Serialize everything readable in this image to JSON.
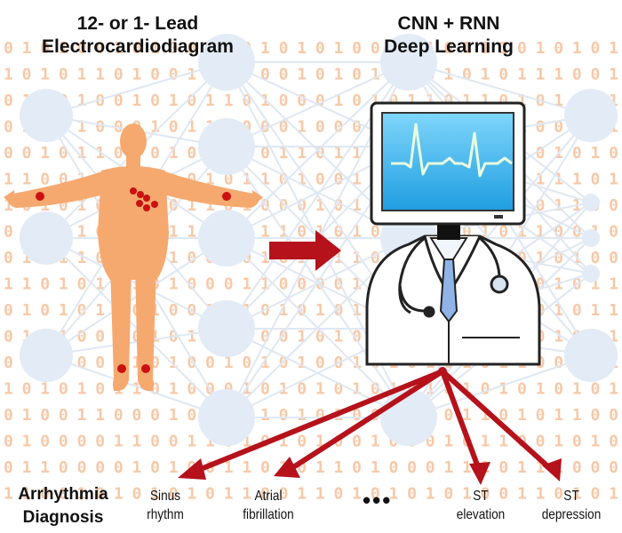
{
  "left_title": {
    "line1": "12- or 1- Lead",
    "line2": "Electrocardiodiagram"
  },
  "right_title": {
    "line1": "CNN + RNN",
    "line2": "Deep Learning"
  },
  "background_binary": [
    "0 1 0 1 0 0 1 0 1 0 0 0 1 0 1 0 1 0 1 0 0 1 0 1 0 1 1 1 0 1 0 1 0 1",
    "1 0 1 0 1 1 0 1 0 0 1 0 1 0 0 0 1 0 1 0 1 0 0 0 1 0 1 0 1 1 1 0 0 1",
    "0 1 1 0 1 0 0 1 0 1 0 1 1 0 1 0 0 0 1 0 1 0 1 1 0 1 1 0 1 0 1 0 1 1",
    "0 1 0 1 1 0 0 0 1 0 1 1 0 0 0 0 1 0 0 0 1 0 1 0 1 0 1 1 1 0 0 1 0 1",
    "0 0 1 0 1 1 0 0 0 1 0 1 0 1 0 1 1 0 1 1 0 1 0 1 1 0 1 0 1 0 1 0 1 0",
    "1 1 0 0 1 1 0 1 0 1 0 1 0 1 1 0 1 0 0 1 0 0 1 0 1 0 1 0 0 1 1 1 0 1",
    "1 0 1 0 1 0 1 1 0 0 1 1 0 1 0 0 0 1 0 1 0 0 1 1 0 0 1 0 1 0 1 1 0 0",
    "0 1 0 0 1 0 1 0 0 1 1 0 1 0 1 1 0 1 0 1 0 1 0 1 1 0 1 0 1 1 0 0 1 0",
    "0 1 0 1 1 0 1 1 0 1 0 0 1 0 1 0 1 0 1 1 0 1 0 1 0 0 1 0 0 1 0 1 0 0",
    "1 1 0 1 0 1 0 1 0 1 0 0 0 1 1 0 0 0 0 1 1 0 1 0 0 1 0 1 1 0 1 0 1 1",
    "0 1 0 1 0 1 1 0 1 0 0 1 0 1 0 1 0 1 0 1 0 0 1 0 1 1 1 0 1 0 1 0 1 1",
    "0 1 1 1 0 0 1 0 1 0 1 1 0 1 0 0 1 0 1 0 1 0 1 1 0 1 0 0 1 0 1 0 0 1",
    "0 1 0 1 0 0 1 1 0 1 0 0 1 0 1 0 1 0 0 1 0 1 0 1 0 1 0 1 1 0 0 1 0 1",
    "1 0 1 0 1 0 1 1 0 1 0 0 0 1 0 1 0 1 0 1 0 1 0 1 0 1 0 1 0 1 0 1 0 1",
    "0 1 0 0 1 1 0 0 0 1 0 1 0 1 1 0 1 0 1 0 0 1 0 1 0 1 1 0 1 0 1 1 0 0",
    "0 1 0 0 0 0 1 1 0 0 1 1 0 1 0 1 0 1 0 0 1 0 0 0 1 0 1 1 0 0 1 0 1 0",
    "0 1 1 0 0 0 0 1 0 1 0 0 1 1 0 1 0 1 1 0 1 0 0 0 1 1 1 0 1 1 1 0 0 0",
    "1 1 0 0 1 0 1 0 1 0 1 0 1 1 0 0 1 1 0 1 0 1 0 1 0 1 0 0 1 1 0 1 0 1"
  ],
  "diagnosis": {
    "heading": {
      "line1": "Arrhythmia",
      "line2": "Diagnosis"
    },
    "classes": [
      {
        "line1": "Sinus",
        "line2": "rhythm"
      },
      {
        "line1": "Atrial",
        "line2": "fibrillation"
      },
      {
        "line1": "ST",
        "line2": "elevation"
      },
      {
        "line1": "ST",
        "line2": "depression"
      }
    ],
    "ellipsis": "•••"
  },
  "colors": {
    "arrow": "#b5121b",
    "binary_digits": "#f6c9a8",
    "network_nodes": "#e3ebf6",
    "network_lines": "#dfe7f2",
    "skin": "#f5a96f",
    "electrode": "#cc1111",
    "screen": "#4fc3f7",
    "ecg_trace": "#e8fbe0",
    "tie": "#90b4e8"
  },
  "icons": [
    "human-body-icon",
    "doctor-computer-icon",
    "ecg-waveform-icon",
    "stethoscope-icon"
  ]
}
